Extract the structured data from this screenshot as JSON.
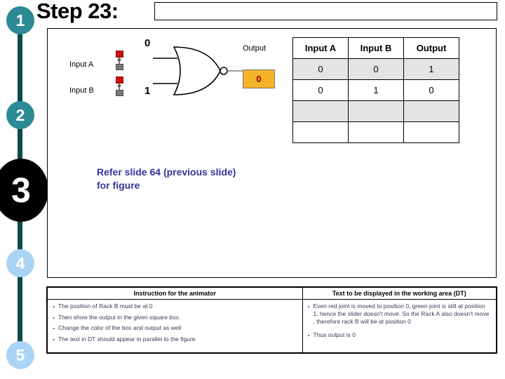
{
  "slide": {
    "title": "Step 23:",
    "title_box_value": ""
  },
  "timeline": {
    "nodes": [
      {
        "label": "1",
        "color": "#2b8a94",
        "state": "normal"
      },
      {
        "label": "2",
        "color": "#2b8a94",
        "state": "normal"
      },
      {
        "label": "3",
        "color": "#000000",
        "state": "active"
      },
      {
        "label": "4",
        "color": "#aad4f5",
        "state": "upcoming"
      },
      {
        "label": "5",
        "color": "#aad4f5",
        "state": "upcoming"
      }
    ]
  },
  "logic": {
    "input_a_label": "Input A",
    "input_b_label": "Input B",
    "input_a_value": "0",
    "input_b_value": "1",
    "output_label": "Output",
    "output_value": "0",
    "output_box_color": "#f5b32a",
    "output_text_color": "#8b0000",
    "gate_type": "NOR"
  },
  "truth_table": {
    "headers": [
      "Input A",
      "Input B",
      "Output"
    ],
    "rows": [
      [
        "0",
        "0",
        "1"
      ],
      [
        "0",
        "1",
        "0"
      ],
      [
        "",
        "",
        ""
      ],
      [
        "",
        "",
        ""
      ]
    ]
  },
  "refer_note": {
    "line1": "Refer slide 64 (previous slide)",
    "line2": "for figure",
    "color": "#333399"
  },
  "bottom_table": {
    "left_header": "Instruction for the animator",
    "right_header": "Text to be displayed in the working area (DT)",
    "left_items": [
      "The position of Rack B must be at 0",
      "Then show the output in the given square box.",
      "Change the color of the box and output as well",
      "The text in DT should appear  in parallel to the figure"
    ],
    "right_items": [
      "Even red joint is moved to position 0, green joint is still at position 1, hence the slider doesn't move. So the Rack A also doesn't move , therefore rack B will be at position 0",
      "Thus output is 0"
    ]
  }
}
